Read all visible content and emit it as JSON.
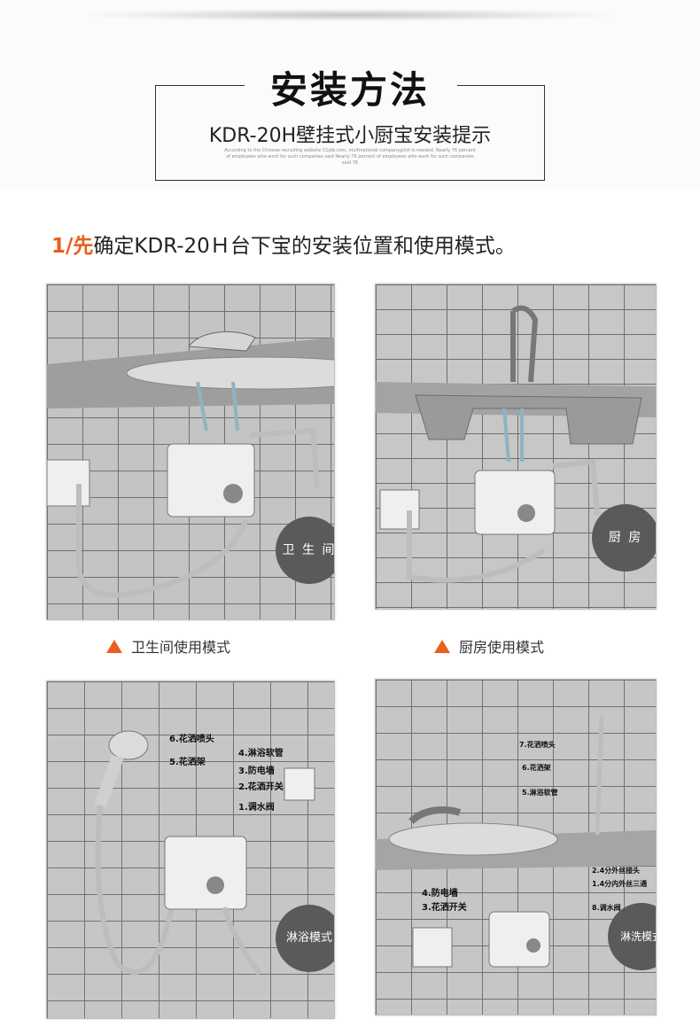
{
  "header": {
    "title": "安装方法",
    "subtitle": "KDR-20H壁挂式小厨宝安装提示",
    "tiny_text": "According to the Chinese recruiting website 51job.com, multinational companyglish is needed. Nearly 76 percent of employees who work for such companies said Nearly 76 percent of employees who work for such companies said 76"
  },
  "step": {
    "number": "1/先",
    "text": "确定KDR-20Ｈ台下宝的安装位置和使用模式。"
  },
  "panels": [
    {
      "badge": "卫 生 间",
      "caption": "卫生间使用模式"
    },
    {
      "badge": "厨 房",
      "caption": "厨房使用模式"
    },
    {
      "badge": "淋浴模式",
      "labels": [
        "6.花洒喷头",
        "5.花洒架",
        "4.淋浴软管",
        "3.防电墙",
        "2.花洒开关",
        "1.调水阀"
      ]
    },
    {
      "badge": "淋洗模式",
      "labels": [
        "7.花洒喷头",
        "6.花洒架",
        "5.淋浴软管",
        "2.4分外丝接头",
        "1.4分内外丝三通",
        "4.防电墙",
        "3.花洒开关",
        "8.调水阀"
      ]
    }
  ],
  "colors": {
    "accent": "#e8601c",
    "badge": "#5a5a5a"
  }
}
